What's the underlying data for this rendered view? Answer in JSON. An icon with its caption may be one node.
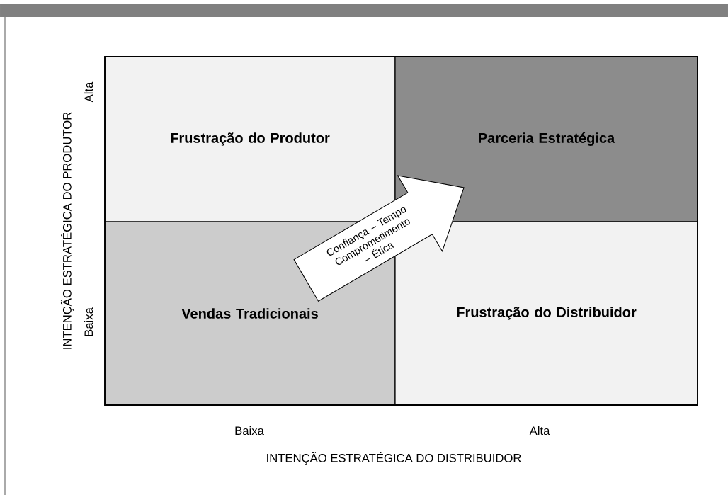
{
  "diagram": {
    "nodes": [
      {
        "text": [
          "Frustração do Produtor"
        ]
      },
      {
        "text": [
          "Parceria Estratégica"
        ]
      },
      {
        "text": [
          "Vendas Tradicionais"
        ]
      },
      {
        "text": [
          "Frustração do Distribuidor"
        ]
      }
    ],
    "edges": [
      {
        "from": 2,
        "to": 1,
        "arrow": "to",
        "label": "Confiança – Tempo Comprometimento – Ética"
      }
    ],
    "labels": [
      "INTENÇÃO ESTRATÉGICA DO PRODUTOR",
      "Alta",
      "Baixa",
      "Baixa",
      "Alta",
      "INTENÇÃO ESTRATÉGICA DO DISTRIBUIDOR"
    ]
  }
}
